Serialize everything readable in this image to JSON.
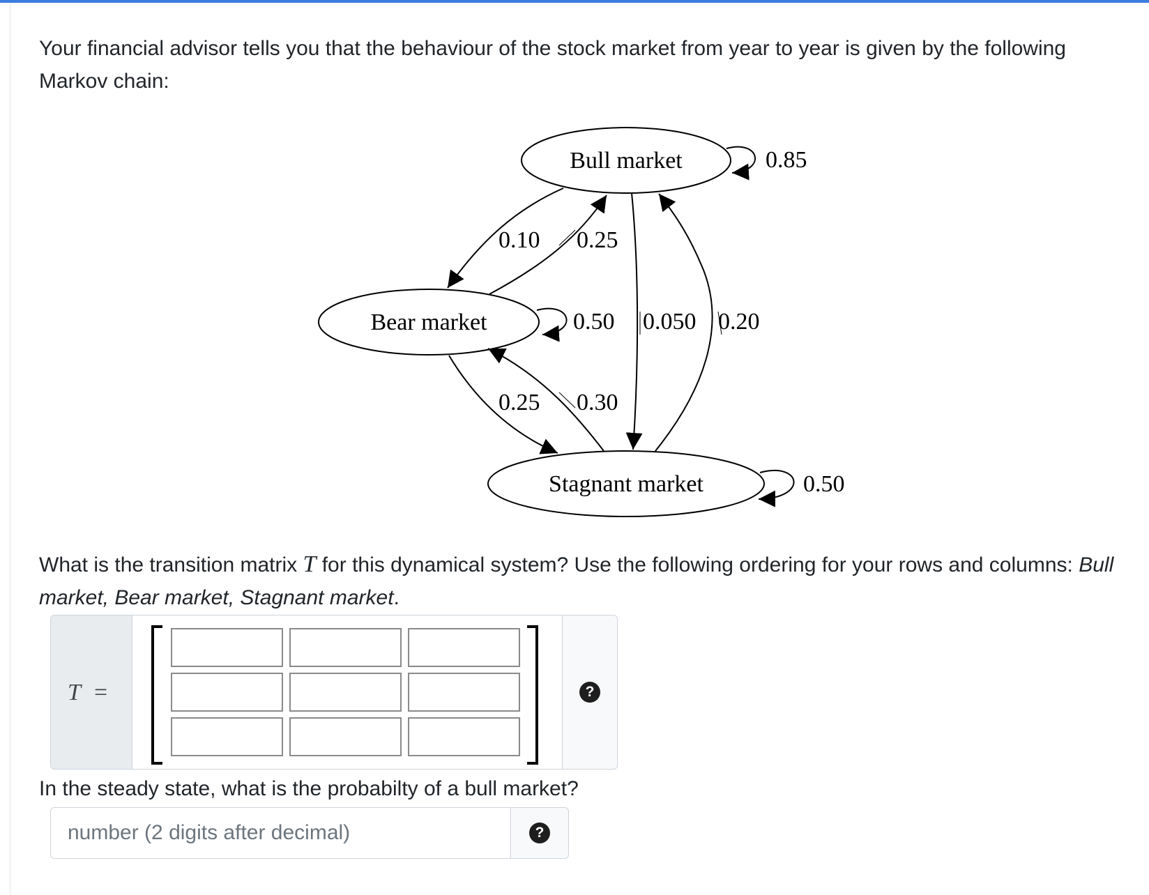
{
  "question": {
    "intro": "Your financial advisor tells you that the behaviour of the stock market from year to year is given by the following Markov chain:",
    "matrix_prompt_before": "What is the transition matrix ",
    "matrix_var": "T",
    "matrix_prompt_after": " for this dynamical system? Use the following ordering for your rows and columns: ",
    "ordering": "Bull market, Bear market, Stagnant market",
    "ordering_end": ".",
    "steady_prompt": "In the steady state, what is the probabilty of a bull market?"
  },
  "graph": {
    "nodes": {
      "bull": "Bull market",
      "bear": "Bear market",
      "stagnant": "Stagnant market"
    },
    "edge_labels": {
      "bull_self": "0.85",
      "bull_to_bear": "0.10",
      "bear_to_bull": "0.25",
      "bear_self": "0.50",
      "bull_to_stagnant": "0.050",
      "stagnant_to_bull": "0.20",
      "bear_to_stagnant": "0.25",
      "stagnant_to_bear": "0.30",
      "stagnant_self": "0.50"
    }
  },
  "matrix_input": {
    "label_var": "T",
    "label_eq": "=",
    "rows": 3,
    "cols": 3,
    "help_icon": "question-circle-icon"
  },
  "steady_input": {
    "value": "",
    "placeholder": "number (2 digits after decimal)",
    "help_icon": "question-circle-icon"
  },
  "colors": {
    "accent": "#3b7ddd",
    "addon_bg": "#e9ecef",
    "border": "#ced4da"
  }
}
